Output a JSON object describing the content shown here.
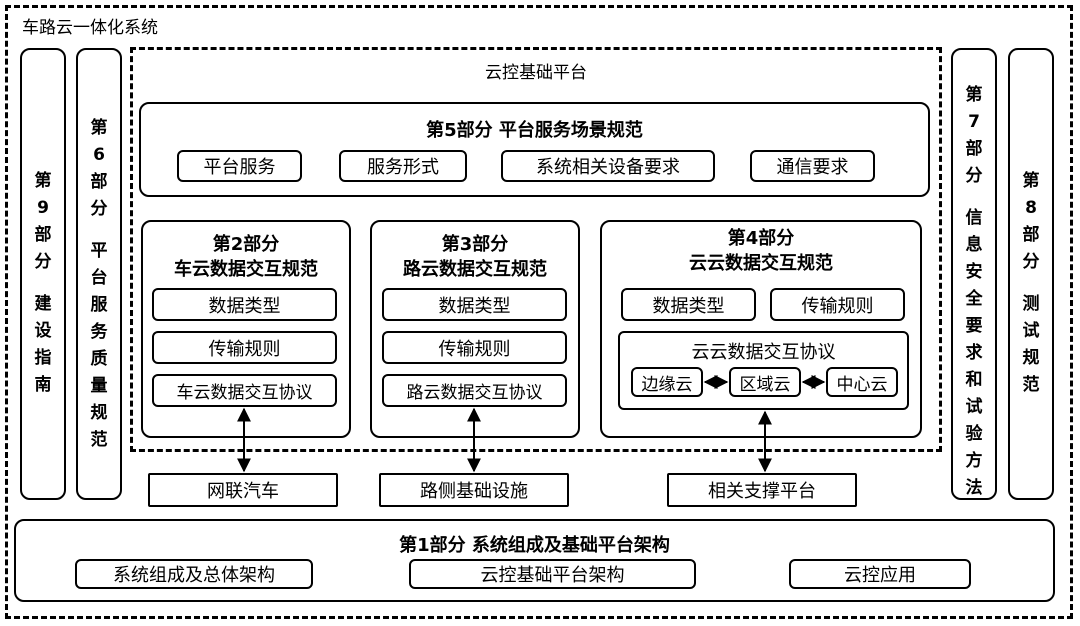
{
  "system_title": "车路云一体化系统",
  "platform_title": "云控基础平台",
  "part5": {
    "title": "第5部分 平台服务场景规范",
    "items": [
      "平台服务",
      "服务形式",
      "系统相关设备要求",
      "通信要求"
    ]
  },
  "part2": {
    "title_line1": "第2部分",
    "title_line2": "车云数据交互规范",
    "items": [
      "数据类型",
      "传输规则",
      "车云数据交互协议"
    ]
  },
  "part3": {
    "title_line1": "第3部分",
    "title_line2": "路云数据交互规范",
    "items": [
      "数据类型",
      "传输规则",
      "路云数据交互协议"
    ]
  },
  "part4": {
    "title_line1": "第4部分",
    "title_line2": "云云数据交互规范",
    "items": [
      "数据类型",
      "传输规则"
    ],
    "protocol_title": "云云数据交互协议",
    "clouds": [
      "边缘云",
      "区域云",
      "中心云"
    ]
  },
  "bottom_boxes": [
    "网联汽车",
    "路侧基础设施",
    "相关支撑平台"
  ],
  "part1": {
    "title": "第1部分 系统组成及基础平台架构",
    "items": [
      "系统组成及总体架构",
      "云控基础平台架构",
      "云控应用"
    ]
  },
  "part9": {
    "head": [
      "第",
      "9",
      "部",
      "分"
    ],
    "body": [
      "建",
      "设",
      "指",
      "南"
    ]
  },
  "part6": {
    "head": [
      "第",
      "6",
      "部",
      "分"
    ],
    "body": [
      "平",
      "台",
      "服",
      "务",
      "质",
      "量",
      "规",
      "范"
    ]
  },
  "part7": {
    "head": [
      "第",
      "7",
      "部",
      "分"
    ],
    "body": [
      "信",
      "息",
      "安",
      "全",
      "要",
      "求",
      "和",
      "试",
      "验",
      "方",
      "法"
    ]
  },
  "part8": {
    "head": [
      "第",
      "8",
      "部",
      "分"
    ],
    "body": [
      "测",
      "试",
      "规",
      "范"
    ]
  },
  "colors": {
    "stroke": "#000000",
    "background": "#ffffff"
  }
}
